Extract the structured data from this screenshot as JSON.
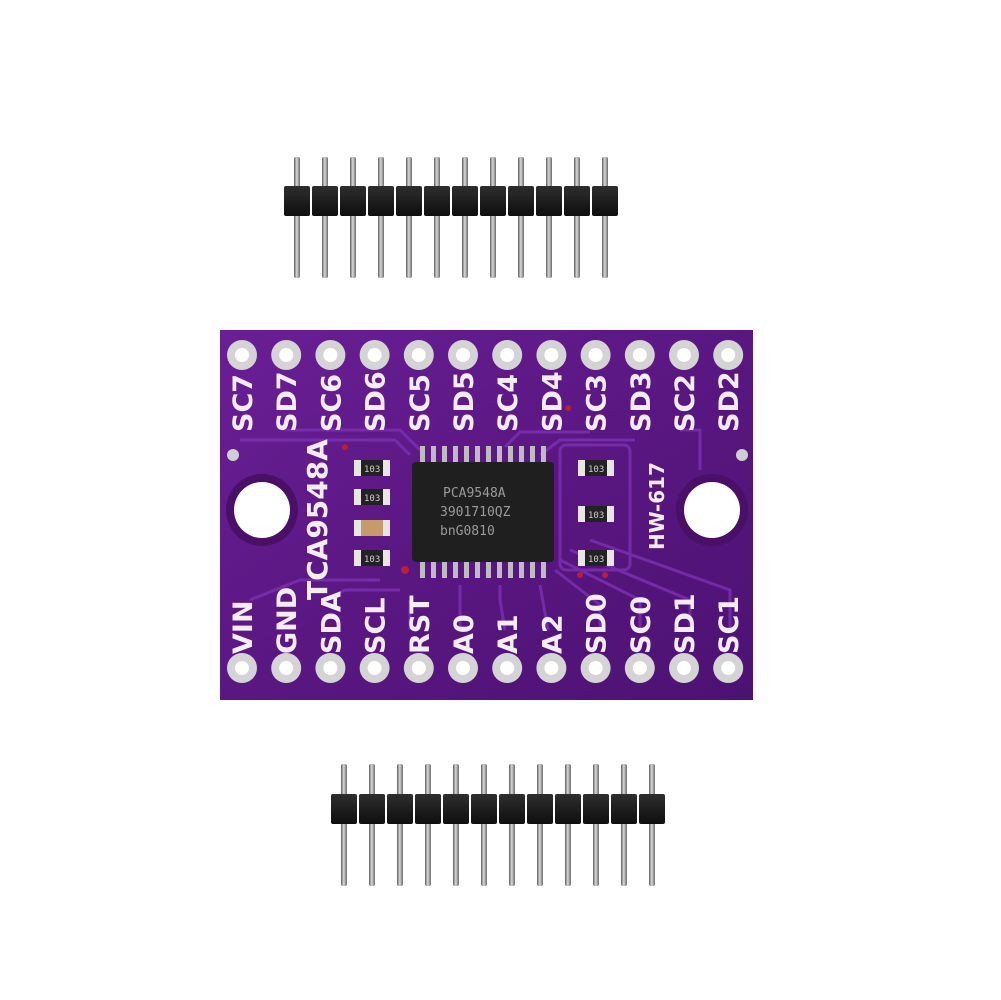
{
  "board": {
    "part_label": "TCA9548A",
    "model_label": "HW-617",
    "top_pins": [
      "SC7",
      "SD7",
      "SC6",
      "SD6",
      "SC5",
      "SD5",
      "SC4",
      "SD4",
      "SC3",
      "SD3",
      "SC2",
      "SD2"
    ],
    "bottom_pins": [
      "VIN",
      "GND",
      "SDA",
      "SCL",
      "RST",
      "A0",
      "A1",
      "A2",
      "SD0",
      "SC0",
      "SD1",
      "SC1"
    ],
    "chip_lines": [
      "PCA9548A",
      "3901710QZ",
      "bnG0810"
    ],
    "resistor_codes": [
      "103",
      "103",
      "103",
      "103",
      "103",
      "103"
    ]
  },
  "headers": [
    {
      "pin_count": 12
    },
    {
      "pin_count": 12
    }
  ],
  "colors": {
    "pcb": "#5e1a86",
    "silkscreen": "#f4ecf6",
    "pad_ring": "#d9d9d9",
    "header_plastic": "#1a1a1a",
    "pin_metal": "#9a9a9a"
  }
}
